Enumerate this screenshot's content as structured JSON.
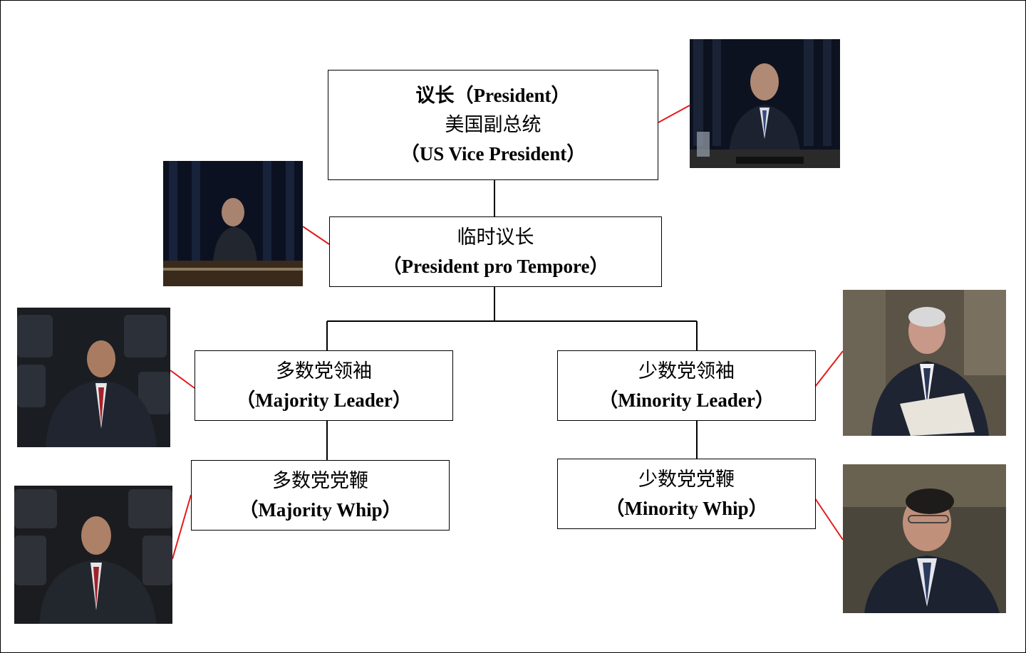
{
  "nodes": {
    "president": {
      "line1": "议长（President）",
      "line2": "美国副总统",
      "line3": "（US Vice President）"
    },
    "pro_tempore": {
      "line1": "临时议长",
      "line2": "（President pro Tempore）"
    },
    "majority_leader": {
      "line1": "多数党领袖",
      "line2": "（Majority Leader）"
    },
    "minority_leader": {
      "line1": "少数党领袖",
      "line2": "（Minority Leader）"
    },
    "majority_whip": {
      "line1": "多数党党鞭",
      "line2": "（Majority Whip）"
    },
    "minority_whip": {
      "line1": "少数党党鞭",
      "line2": "（Minority Whip）"
    }
  },
  "colors": {
    "connector": "#000000",
    "photo_link": "#e31b1b"
  }
}
